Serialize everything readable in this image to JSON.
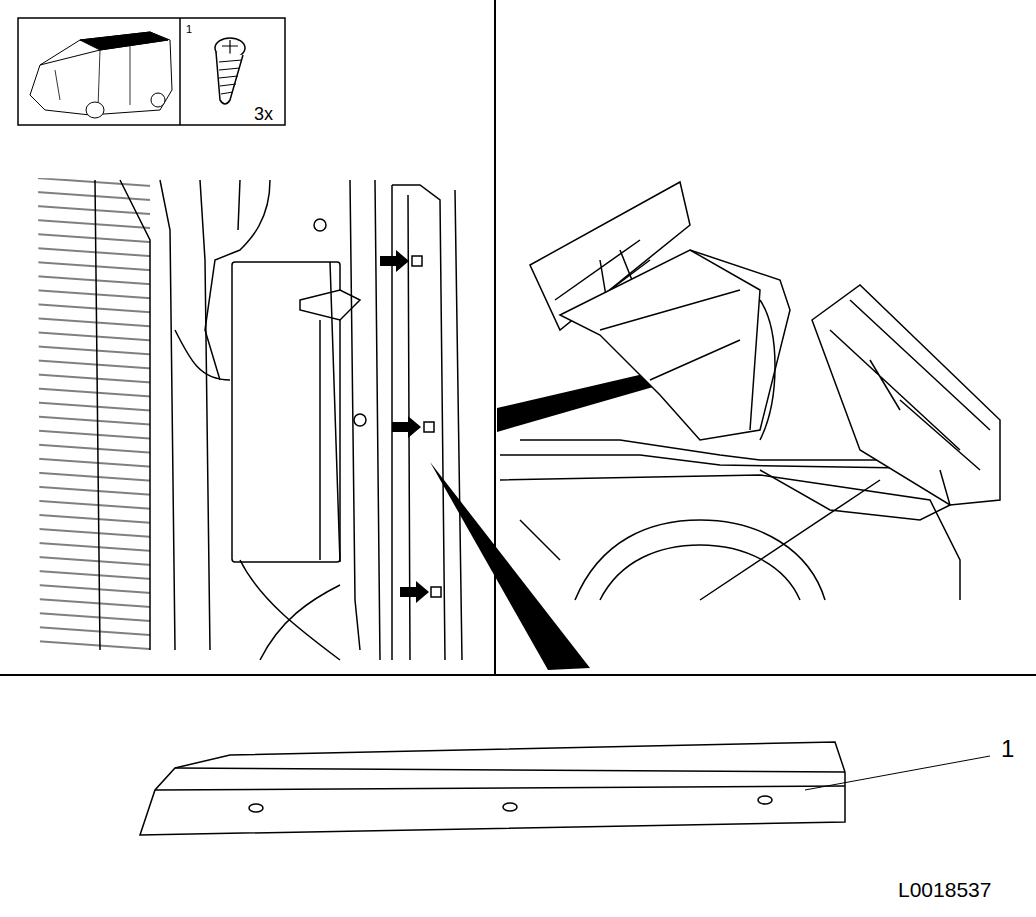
{
  "diagram": {
    "labels": [
      "1",
      "3x",
      "1",
      "L0018537"
    ]
  }
}
